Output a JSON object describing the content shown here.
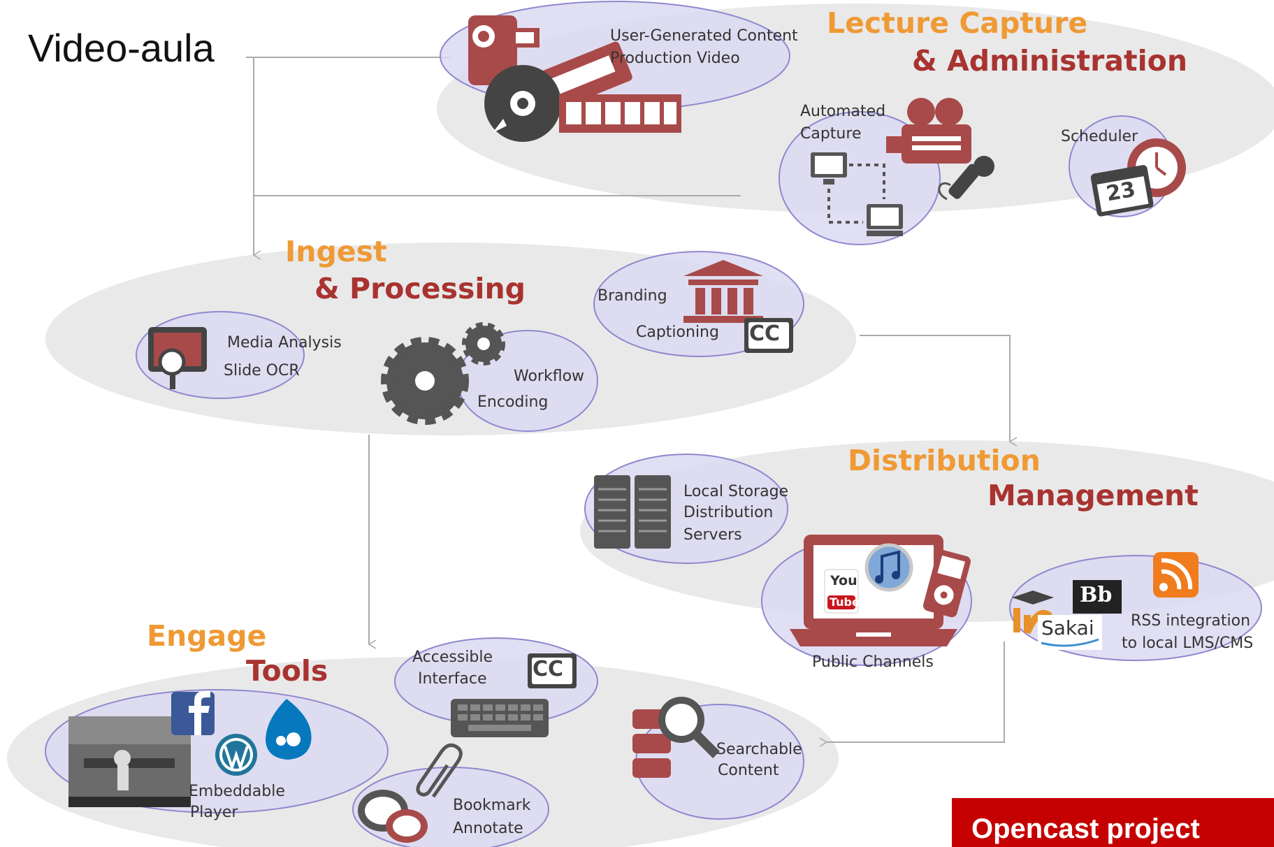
{
  "title": "Video-aula",
  "banner": "Opencast project",
  "sections": {
    "lecture_capture": {
      "heading_line1": "Lecture Capture",
      "heading_line2": "& Administration",
      "items": {
        "ugc_line1": "User-Generated Content",
        "ugc_line2": "Production Video",
        "auto_line1": "Automated",
        "auto_line2": "Capture",
        "scheduler": "Scheduler",
        "calendar_day": "23"
      }
    },
    "ingest": {
      "heading_line1": "Ingest",
      "heading_line2": "& Processing",
      "items": {
        "media_line1": "Media Analysis",
        "media_line2": "Slide OCR",
        "workflow": "Workflow",
        "encoding": "Encoding",
        "branding": "Branding",
        "captioning": "Captioning",
        "cc": "CC"
      }
    },
    "distribution": {
      "heading_line1": "Distribution",
      "heading_line2": "Management",
      "items": {
        "storage_line1": "Local Storage",
        "storage_line2": "Distribution",
        "storage_line3": "Servers",
        "public_channels": "Public Channels",
        "rss_line1": "RSS integration",
        "rss_line2": "to local LMS/CMS",
        "youtube_you": "You",
        "youtube_tube": "Tube",
        "bb": "Bb",
        "sakai": "Sakai"
      }
    },
    "engage": {
      "heading_line1": "Engage",
      "heading_line2": "Tools",
      "items": {
        "accessible_line1": "Accessible",
        "accessible_line2": "Interface",
        "cc": "CC",
        "player_line1": "Embeddable",
        "player_line2": "Player",
        "bookmark_line1": "Bookmark",
        "bookmark_line2": "Annotate",
        "search_line1": "Searchable",
        "search_line2": "Content"
      }
    }
  },
  "colors": {
    "heading_orange": "#ef9a35",
    "heading_red": "#a83330",
    "icon_red": "#a84a4a",
    "icon_gray": "#555555",
    "band_gray": "#e9e9e9",
    "bubble_fill": "#dcd9f1",
    "bubble_stroke": "#8f88cf",
    "banner_red": "#c50000"
  }
}
